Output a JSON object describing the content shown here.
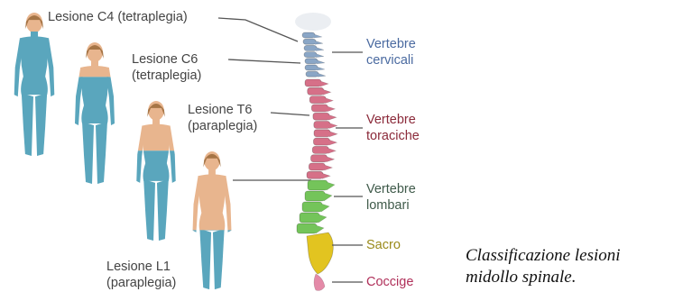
{
  "lesions": [
    {
      "label": "Lesione C4",
      "sub": "(tetraplegia)"
    },
    {
      "label": "Lesione C6",
      "sub": "(tetraplegia)"
    },
    {
      "label": "Lesione T6",
      "sub": "(paraplegia)"
    },
    {
      "label": "Lesione L1",
      "sub": "(paraplegia)"
    }
  ],
  "spine_labels": {
    "cervical": {
      "line1": "Vertebre",
      "line2": "cervicali",
      "color": "#4a6aa0"
    },
    "thoracic": {
      "line1": "Vertebre",
      "line2": "toraciche",
      "color": "#8b2a3a"
    },
    "lumbar": {
      "line1": "Vertebre",
      "line2": "lombari",
      "color": "#3f5a4a"
    },
    "sacrum": {
      "label": "Sacro",
      "color": "#9a8a1a"
    },
    "coccyx": {
      "label": "Coccige",
      "color": "#b0305a"
    }
  },
  "caption": {
    "line1": "Classificazione lesioni",
    "line2": "midollo spinale."
  },
  "colors": {
    "paralyzed": "#5aa6bd",
    "skin": "#e8b58e",
    "cervical": "#8aa6c6",
    "thoracic": "#d67088",
    "lumbar": "#74c45a",
    "sacrum": "#e2c420",
    "coccyx": "#e48aa8"
  }
}
